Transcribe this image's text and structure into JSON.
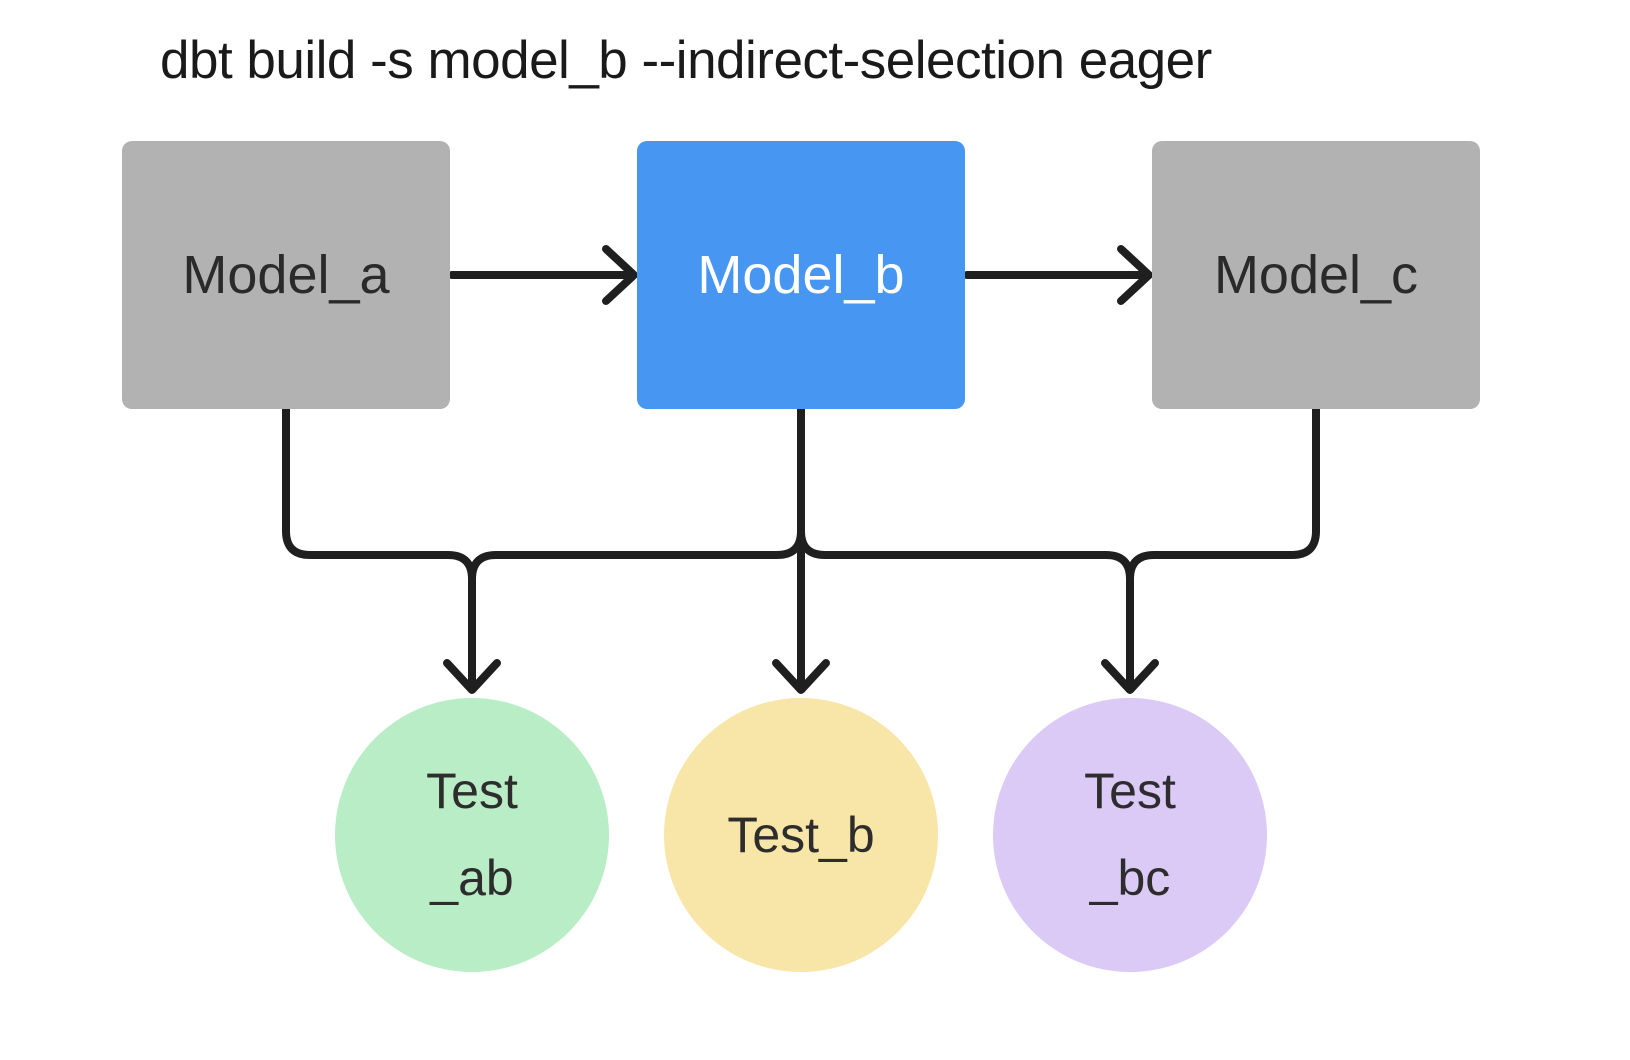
{
  "title": "dbt build -s model_b --indirect-selection eager",
  "colors": {
    "model_default": "#b2b2b2",
    "model_selected": "#4696f2",
    "test_ab": "#b9edc6",
    "test_b": "#f8e5a8",
    "test_bc": "#dbc9f6",
    "edge": "#1f1f1f"
  },
  "models": [
    {
      "id": "model_a",
      "label": "Model_a",
      "selected": false
    },
    {
      "id": "model_b",
      "label": "Model_b",
      "selected": true
    },
    {
      "id": "model_c",
      "label": "Model_c",
      "selected": false
    }
  ],
  "tests": [
    {
      "id": "test_ab",
      "label_line1": "Test",
      "label_line2": "_ab"
    },
    {
      "id": "test_b",
      "label_line1": "Test_b",
      "label_line2": ""
    },
    {
      "id": "test_bc",
      "label_line1": "Test",
      "label_line2": "_bc"
    }
  ],
  "edges": [
    {
      "from": "model_a",
      "to": "model_b"
    },
    {
      "from": "model_b",
      "to": "model_c"
    },
    {
      "from": "model_a",
      "to": "test_ab"
    },
    {
      "from": "model_b",
      "to": "test_ab"
    },
    {
      "from": "model_b",
      "to": "test_b"
    },
    {
      "from": "model_b",
      "to": "test_bc"
    },
    {
      "from": "model_c",
      "to": "test_bc"
    }
  ]
}
